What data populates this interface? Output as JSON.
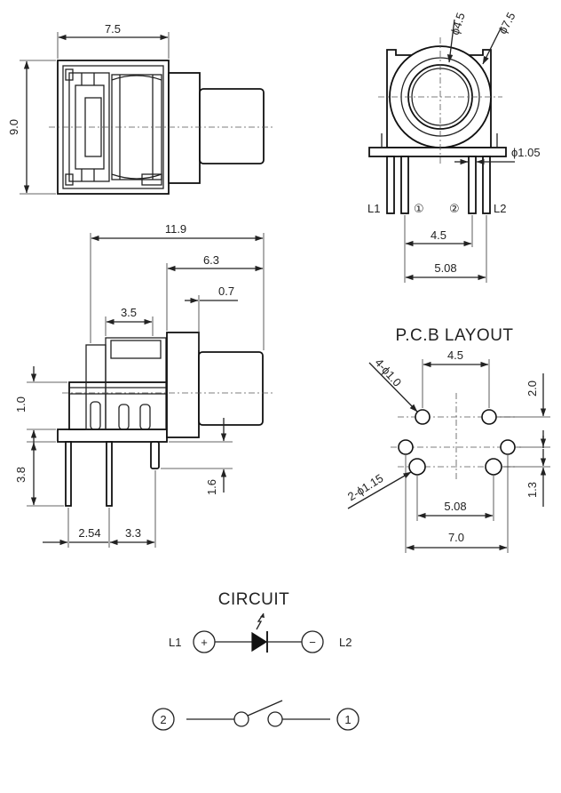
{
  "top_view": {
    "width_dim": "7.5",
    "height_dim": "9.0"
  },
  "front_view": {
    "dia_inner": "ϕ4.5",
    "dia_outer": "ϕ7.5",
    "pin_dia": "ϕ1.05",
    "label_l1": "L1",
    "label_pin1": "①",
    "label_pin2": "②",
    "label_l2": "L2",
    "pitch_a": "4.5",
    "pitch_b": "5.08"
  },
  "side_view": {
    "overall": "11.9",
    "cap_length": "6.3",
    "cap_step": "0.7",
    "inner": "3.5",
    "top_step": "1.0",
    "pin_length": "3.8",
    "peg_length": "1.6",
    "pin_pitch": "2.54",
    "peg_offset": "3.3"
  },
  "pcb_layout": {
    "title": "P.C.B LAYOUT",
    "top_pitch": "4.5",
    "top_holes": "4-ϕ1.0",
    "top_offset": "2.0",
    "bottom_holes": "2-ϕ1.15",
    "bottom_pitch": "5.08",
    "bottom_offset": "1.3",
    "overall_width": "7.0"
  },
  "circuit": {
    "title": "CIRCUIT",
    "left_label": "L1",
    "right_label": "L2",
    "plus": "+",
    "minus": "−",
    "switch_left": "2",
    "switch_right": "1"
  }
}
